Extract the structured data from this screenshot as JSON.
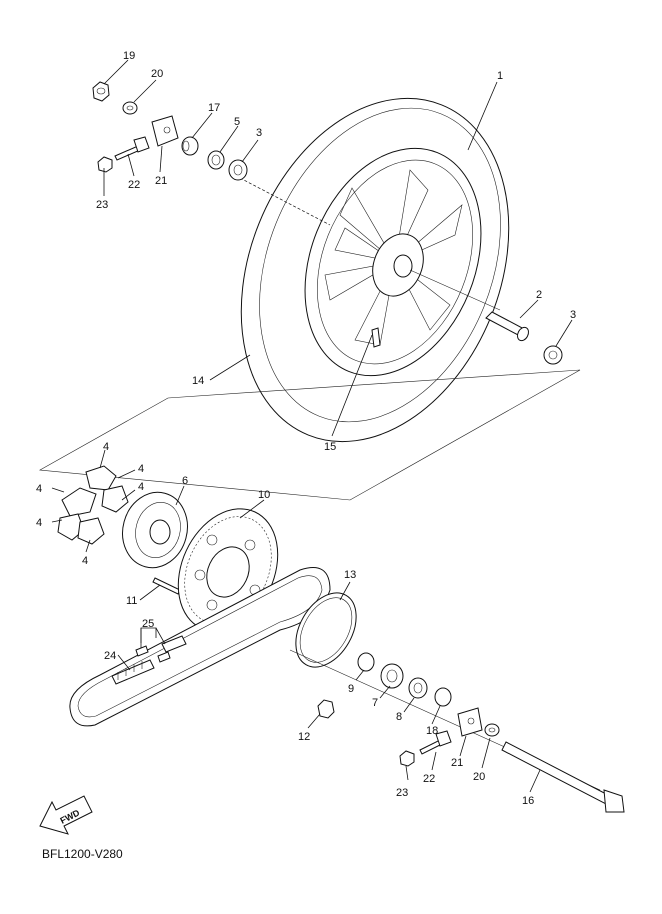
{
  "diagram": {
    "code": "BFL1200-V280",
    "fwd_label": "FWD",
    "labels": {
      "l1": "1",
      "l2": "2",
      "l3a": "3",
      "l3b": "3",
      "l4a": "4",
      "l4b": "4",
      "l4c": "4",
      "l4d": "4",
      "l4e": "4",
      "l4f": "4",
      "l5": "5",
      "l6": "6",
      "l7": "7",
      "l8": "8",
      "l9": "9",
      "l10": "10",
      "l11": "11",
      "l12": "12",
      "l13": "13",
      "l14": "14",
      "l15": "15",
      "l16": "16",
      "l17": "17",
      "l18": "18",
      "l19": "19",
      "l20a": "20",
      "l20b": "20",
      "l21a": "21",
      "l21b": "21",
      "l22a": "22",
      "l22b": "22",
      "l23a": "23",
      "l23b": "23",
      "l24": "24",
      "l25": "25"
    }
  }
}
